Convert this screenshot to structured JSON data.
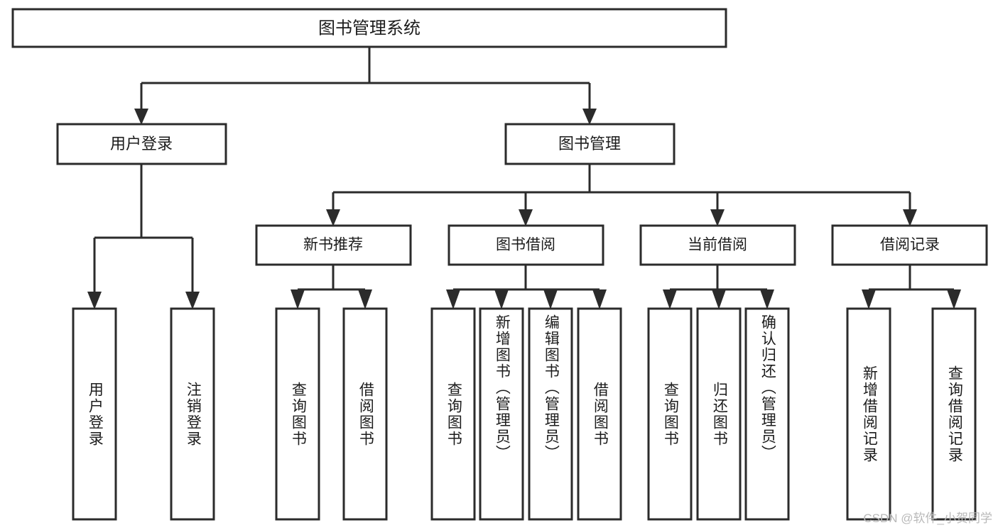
{
  "diagram": {
    "title": "图书管理系统",
    "type": "tree-hierarchy-flowchart",
    "watermark": "CSDN @软件_小贺同学",
    "colors": {
      "stroke": "#2b2b2b",
      "fill": "#ffffff",
      "text": "#1c1c1c",
      "watermark": "#b9b9b9",
      "background": "#ffffff"
    },
    "root": {
      "label": "图书管理系统"
    },
    "level1": [
      {
        "id": "user-login",
        "label": "用户登录"
      },
      {
        "id": "book-manage",
        "label": "图书管理"
      }
    ],
    "level2": [
      {
        "id": "new-book-recommend",
        "label": "新书推荐"
      },
      {
        "id": "book-borrow",
        "label": "图书借阅"
      },
      {
        "id": "current-borrow",
        "label": "当前借阅"
      },
      {
        "id": "borrow-record",
        "label": "借阅记录"
      }
    ],
    "leaves": {
      "user_login": [
        {
          "id": "leaf-user-login",
          "label": "用户登录"
        },
        {
          "id": "leaf-logout-login",
          "label": "注销登录"
        }
      ],
      "new_book_recommend": [
        {
          "id": "leaf-query-book-1",
          "label": "查询图书"
        },
        {
          "id": "leaf-borrow-book-1",
          "label": "借阅图书"
        }
      ],
      "book_borrow": [
        {
          "id": "leaf-query-book-2",
          "label": "查询图书"
        },
        {
          "id": "leaf-add-book",
          "label": "新增图书（管理员）"
        },
        {
          "id": "leaf-edit-book",
          "label": "编辑图书（管理员）"
        },
        {
          "id": "leaf-borrow-book-2",
          "label": "借阅图书"
        }
      ],
      "current_borrow": [
        {
          "id": "leaf-query-book-3",
          "label": "查询图书"
        },
        {
          "id": "leaf-return-book",
          "label": "归还图书"
        },
        {
          "id": "leaf-confirm-return",
          "label": "确认归还（管理员）"
        }
      ],
      "borrow_record": [
        {
          "id": "leaf-add-record",
          "label": "新增借阅记录"
        },
        {
          "id": "leaf-query-record",
          "label": "查询借阅记录"
        }
      ]
    }
  }
}
